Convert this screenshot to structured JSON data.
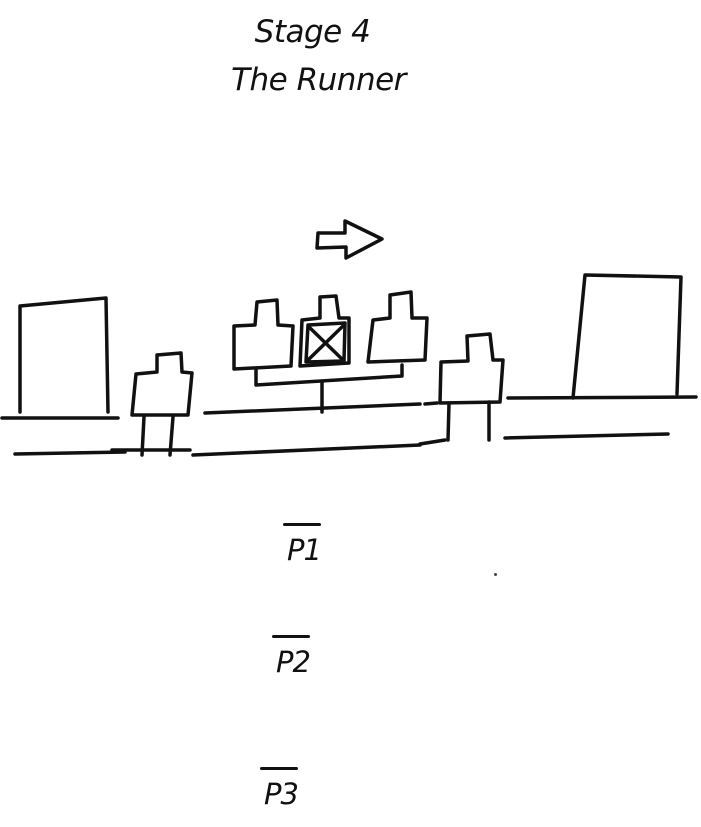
{
  "stage": {
    "title_line_1": "Stage 4",
    "title_line_2": "The Runner"
  },
  "scene": {
    "direction_indicator": "right-arrow-icon",
    "ink_color": "#111111",
    "background_color": "#ffffff"
  },
  "players": [
    {
      "label": "P1"
    },
    {
      "label": "P2"
    },
    {
      "label": "P3"
    }
  ]
}
